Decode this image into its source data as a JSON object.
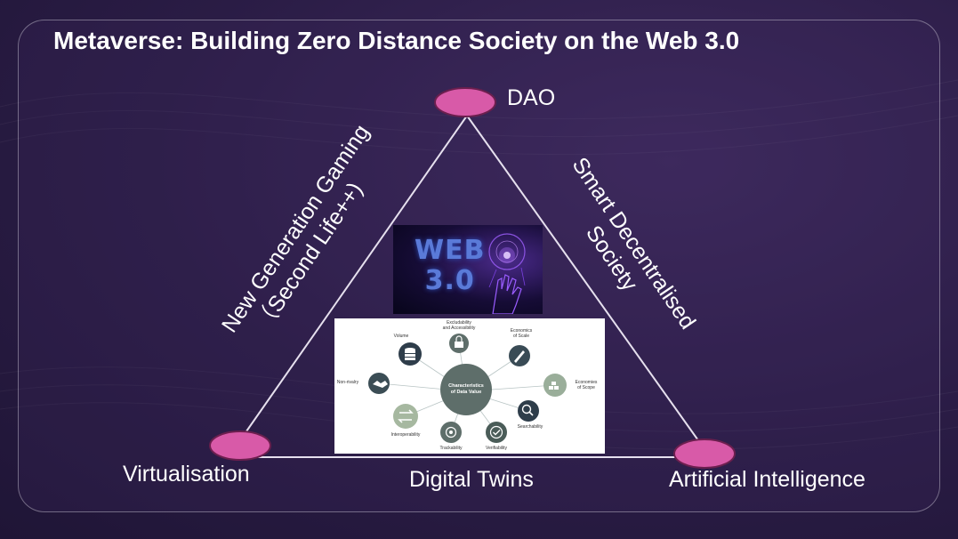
{
  "title": "Metaverse: Building Zero Distance Society on the Web 3.0",
  "nodes": {
    "top": "DAO",
    "left": "Virtualisation",
    "right": "Artificial Intelligence"
  },
  "edges": {
    "left_line1": "New Generation Gaming",
    "left_line2": "（Second Life++)",
    "right_line1": "Smart Decentralised",
    "right_line2": "Society",
    "bottom": "Digital Twins"
  },
  "web3_image": {
    "text_line1": "WEB",
    "text_line2": "3.0"
  },
  "data_value_image": {
    "center_line1": "Characteristics",
    "center_line2": "of Data Value",
    "items": [
      {
        "label": "Excludability\nand Accessibility",
        "icon": "lock-icon"
      },
      {
        "label": "Economics\nof Scale",
        "icon": "rocket-icon"
      },
      {
        "label": "Economies\nof Scope",
        "icon": "blocks-icon"
      },
      {
        "label": "Searchability",
        "icon": "magnifier-icon"
      },
      {
        "label": "Verifiability",
        "icon": "check-icon"
      },
      {
        "label": "Trackability",
        "icon": "target-icon"
      },
      {
        "label": "Interoperability",
        "icon": "arrows-icon"
      },
      {
        "label": "Non-rivalry",
        "icon": "handshake-icon"
      },
      {
        "label": "Volume",
        "icon": "database-icon"
      }
    ]
  },
  "colors": {
    "node_fill": "#d85aa8",
    "node_stroke": "#6b1f4e",
    "line": "#e6e0ee",
    "background": "#2a1c45"
  }
}
